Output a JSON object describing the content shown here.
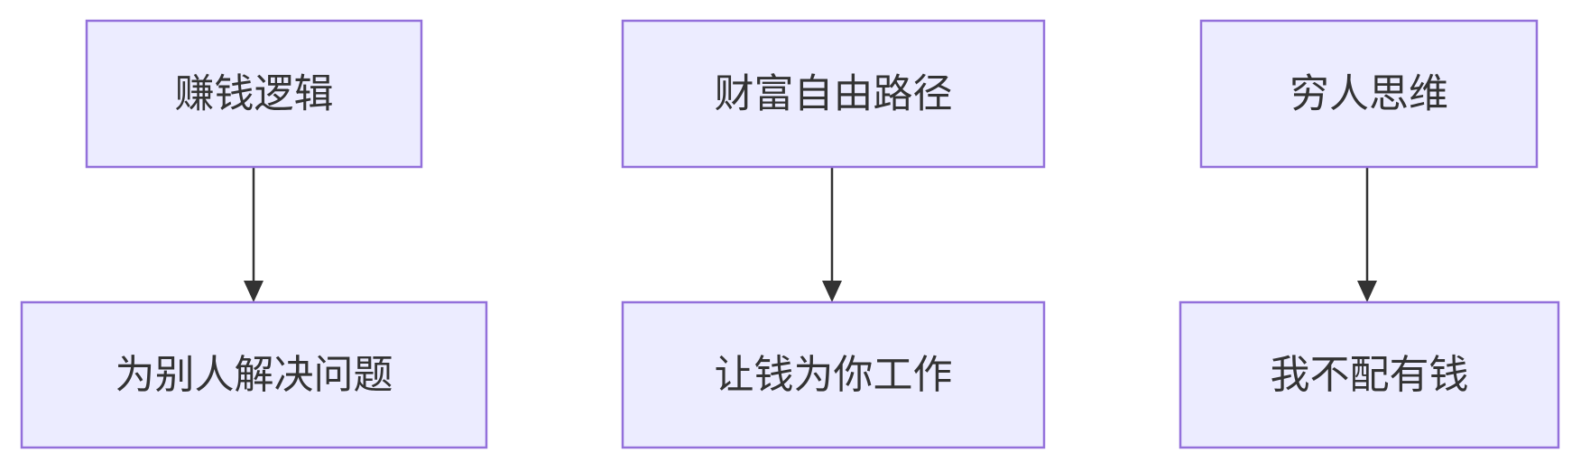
{
  "diagram": {
    "type": "flowchart",
    "direction": "top-down",
    "colors": {
      "node_fill": "#ECECFF",
      "node_border": "#9370DB",
      "edge": "#333333",
      "text": "#333333"
    },
    "nodes": {
      "a1": "赚钱逻辑",
      "a2": "为别人解决问题",
      "b1": "财富自由路径",
      "b2": "让钱为你工作",
      "c1": "穷人思维",
      "c2": "我不配有钱"
    },
    "edges": [
      {
        "from": "a1",
        "to": "a2"
      },
      {
        "from": "b1",
        "to": "b2"
      },
      {
        "from": "c1",
        "to": "c2"
      }
    ]
  }
}
